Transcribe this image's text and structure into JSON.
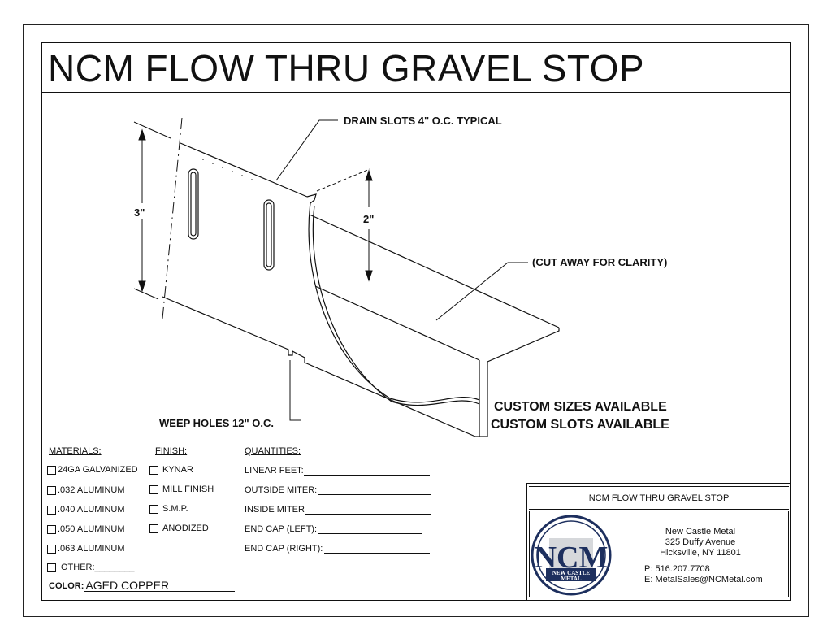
{
  "title": "NCM FLOW THRU GRAVEL STOP",
  "labels": {
    "drain_slots": "DRAIN SLOTS 4\" O.C. TYPICAL",
    "height_3": "3\"",
    "height_2": "2\"",
    "cut_away": "(CUT AWAY FOR CLARITY)",
    "weep_holes": "WEEP HOLES 12\" O.C.",
    "custom_sizes": "CUSTOM SIZES AVAILABLE",
    "custom_slots": "CUSTOM SLOTS AVAILABLE"
  },
  "materials": {
    "heading": "MATERIALS:",
    "items": [
      "24GA GALVANIZED",
      ".032 ALUMINUM",
      ".040 ALUMINUM",
      ".050 ALUMINUM",
      ".063 ALUMINUM",
      "OTHER:________"
    ]
  },
  "finish": {
    "heading": "FINISH:",
    "items": [
      "KYNAR",
      "MILL FINISH",
      "S.M.P.",
      "ANODIZED"
    ]
  },
  "quantities": {
    "heading": "QUANTITIES:",
    "items": [
      "LINEAR FEET:",
      "OUTSIDE MITER:",
      "INSIDE MITER",
      "END CAP (LEFT):",
      "END CAP (RIGHT):"
    ]
  },
  "color": {
    "label": "COLOR:",
    "value": "AGED COPPER"
  },
  "title_block": {
    "heading": "NCM FLOW THRU GRAVEL STOP",
    "company": "New Castle Metal",
    "street": "325 Duffy Avenue",
    "city": "Hicksville, NY 11801",
    "phone": "P: 516.207.7708",
    "email": "E: MetalSales@NCMetal.com",
    "logo_text": "NCM",
    "logo_banner": "NEW CASTLE METAL"
  },
  "colors": {
    "logo_navy": "#1d2f5e",
    "logo_grey": "#8a8f99",
    "line": "#111111"
  }
}
